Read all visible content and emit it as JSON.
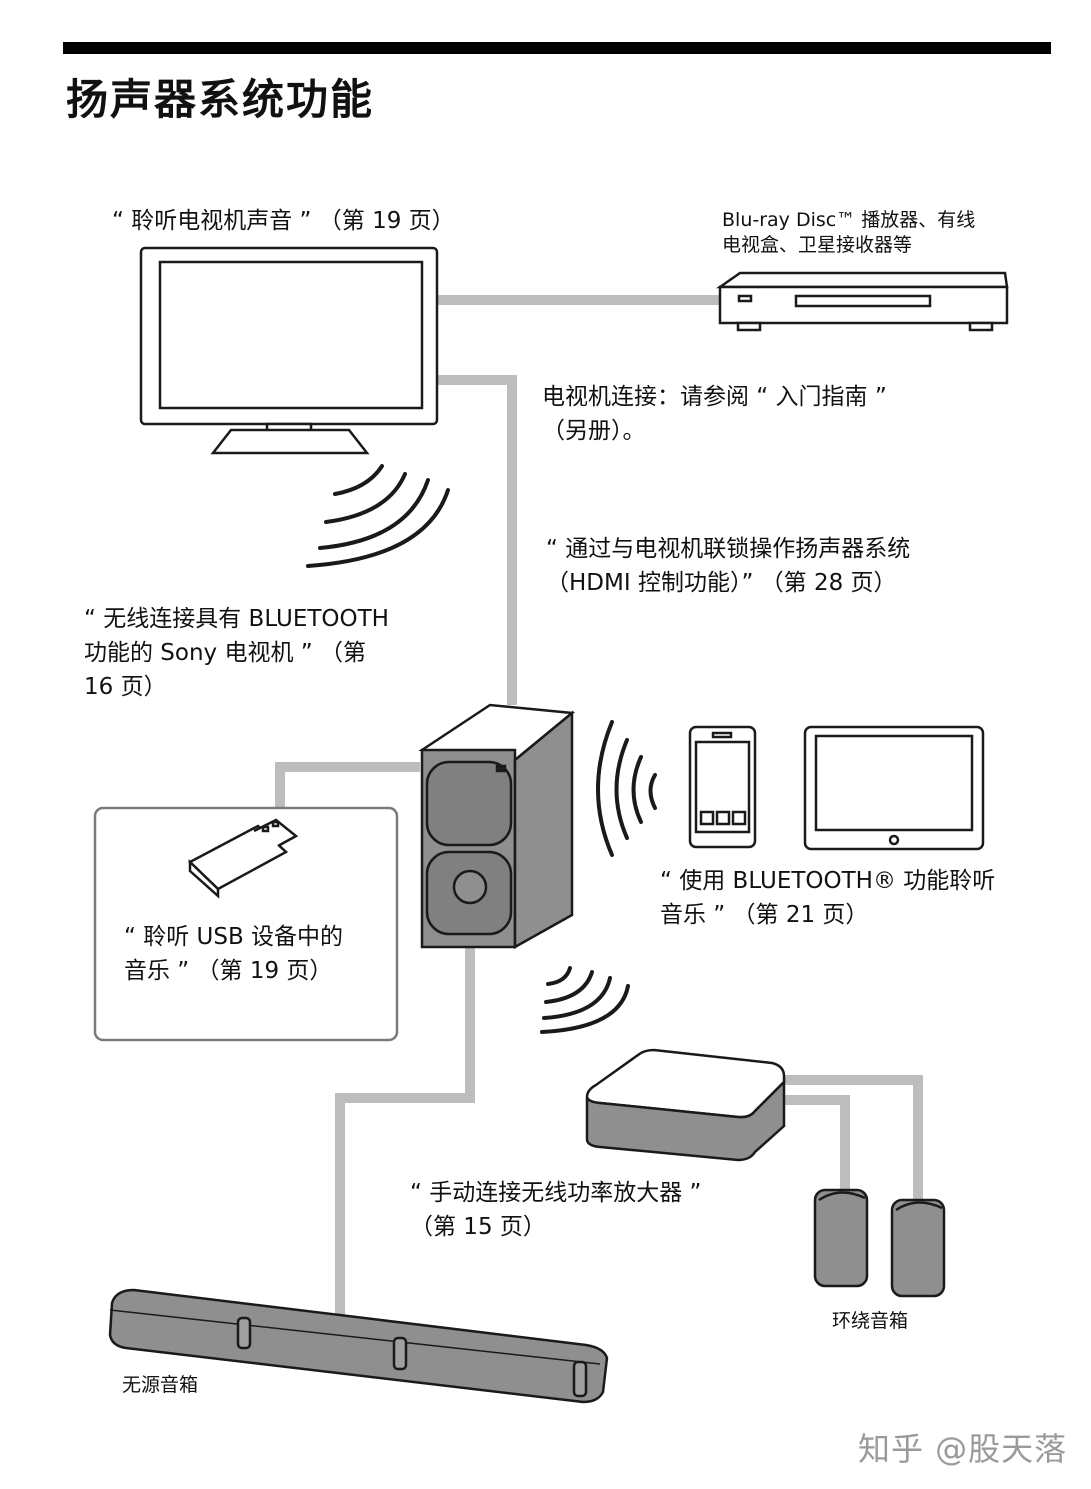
{
  "page": {
    "title": "扬声器系统功能",
    "watermark": "知乎 @股天落"
  },
  "labels": {
    "tv_sound": "“ 聆听电视机声音 ” （第 19 页）",
    "player": "Blu-ray Disc™ 播放器、有线\n电视盒、卫星接收器等",
    "tv_connect": "电视机连接：请参阅 “ 入门指南 ”\n（另册）。",
    "hdmi_control": "“ 通过与电视机联锁操作扬声器系统\n（HDMI 控制功能）” （第 28 页）",
    "bt_tv": "“ 无线连接具有 BLUETOOTH\n功能的 Sony 电视机 ” （第\n16 页）",
    "usb": "“ 聆听 USB 设备中的\n音乐 ” （第 19 页）",
    "bt_music": "“ 使用 BLUETOOTH® 功能聆听\n音乐 ” （第 21 页）",
    "amp": "“ 手动连接无线功率放大器 ”\n（第 15 页）",
    "surround": "环绕音箱",
    "passive": "无源音箱"
  },
  "colors": {
    "cable": "#bdbdbd",
    "device_fill": "#8f8f8f",
    "outline": "#1a1a1a"
  }
}
